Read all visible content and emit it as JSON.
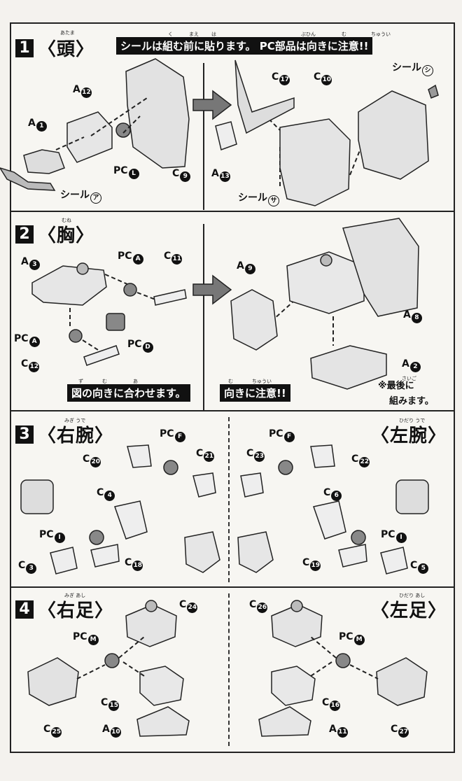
{
  "sections": [
    {
      "number": "1",
      "title": "〈頭〉",
      "title_ruby": "あたま",
      "banner": "シールは組む前に貼ります。 PC部品は向きに注意!!",
      "banner_ruby": [
        "く",
        "まえ",
        "は",
        "ぶひん",
        "む",
        "ちゅうい"
      ],
      "labels": [
        {
          "part": "A",
          "id": "12"
        },
        {
          "part": "A",
          "id": "1"
        },
        {
          "part": "PC",
          "id": "L"
        },
        {
          "part": "C",
          "id": "9"
        },
        {
          "part": "シール",
          "id": "ア"
        },
        {
          "part": "C",
          "id": "17"
        },
        {
          "part": "C",
          "id": "10"
        },
        {
          "part": "シール",
          "id": "シ"
        },
        {
          "part": "A",
          "id": "13"
        },
        {
          "part": "シール",
          "id": "サ"
        }
      ]
    },
    {
      "number": "2",
      "title": "〈胸〉",
      "title_ruby": "むね",
      "labels": [
        {
          "part": "A",
          "id": "3"
        },
        {
          "part": "PC",
          "id": "A"
        },
        {
          "part": "C",
          "id": "11"
        },
        {
          "part": "PC",
          "id": "A"
        },
        {
          "part": "PC",
          "id": "D"
        },
        {
          "part": "C",
          "id": "12"
        },
        {
          "part": "A",
          "id": "9"
        },
        {
          "part": "A",
          "id": "8"
        },
        {
          "part": "A",
          "id": "2"
        }
      ],
      "banner_left": "図の向きに合わせます。",
      "banner_left_ruby": [
        "ず",
        "む",
        "あ"
      ],
      "banner_right": "向きに注意!!",
      "banner_right_ruby": [
        "む",
        "ちゅうい"
      ],
      "note_line1": "※最後に",
      "note_ruby": "さいご",
      "note_line2": "組みます。"
    },
    {
      "number": "3",
      "title_left": "〈右腕〉",
      "title_left_ruby": "みぎ うで",
      "title_right": "〈左腕〉",
      "title_right_ruby": "ひだり うで",
      "labels_left": [
        {
          "part": "PC",
          "id": "F"
        },
        {
          "part": "C",
          "id": "20"
        },
        {
          "part": "C",
          "id": "21"
        },
        {
          "part": "C",
          "id": "4"
        },
        {
          "part": "PC",
          "id": "I"
        },
        {
          "part": "C",
          "id": "3"
        },
        {
          "part": "C",
          "id": "18"
        }
      ],
      "labels_right": [
        {
          "part": "PC",
          "id": "F"
        },
        {
          "part": "C",
          "id": "23"
        },
        {
          "part": "C",
          "id": "22"
        },
        {
          "part": "C",
          "id": "6"
        },
        {
          "part": "PC",
          "id": "I"
        },
        {
          "part": "C",
          "id": "19"
        },
        {
          "part": "C",
          "id": "5"
        }
      ]
    },
    {
      "number": "4",
      "title_left": "〈右足〉",
      "title_left_ruby": "みぎ あし",
      "title_right": "〈左足〉",
      "title_right_ruby": "ひだり あし",
      "labels_left": [
        {
          "part": "C",
          "id": "24"
        },
        {
          "part": "PC",
          "id": "M"
        },
        {
          "part": "C",
          "id": "15"
        },
        {
          "part": "C",
          "id": "25"
        },
        {
          "part": "A",
          "id": "10"
        }
      ],
      "labels_right": [
        {
          "part": "C",
          "id": "26"
        },
        {
          "part": "PC",
          "id": "M"
        },
        {
          "part": "C",
          "id": "16"
        },
        {
          "part": "C",
          "id": "27"
        },
        {
          "part": "A",
          "id": "11"
        }
      ]
    }
  ]
}
